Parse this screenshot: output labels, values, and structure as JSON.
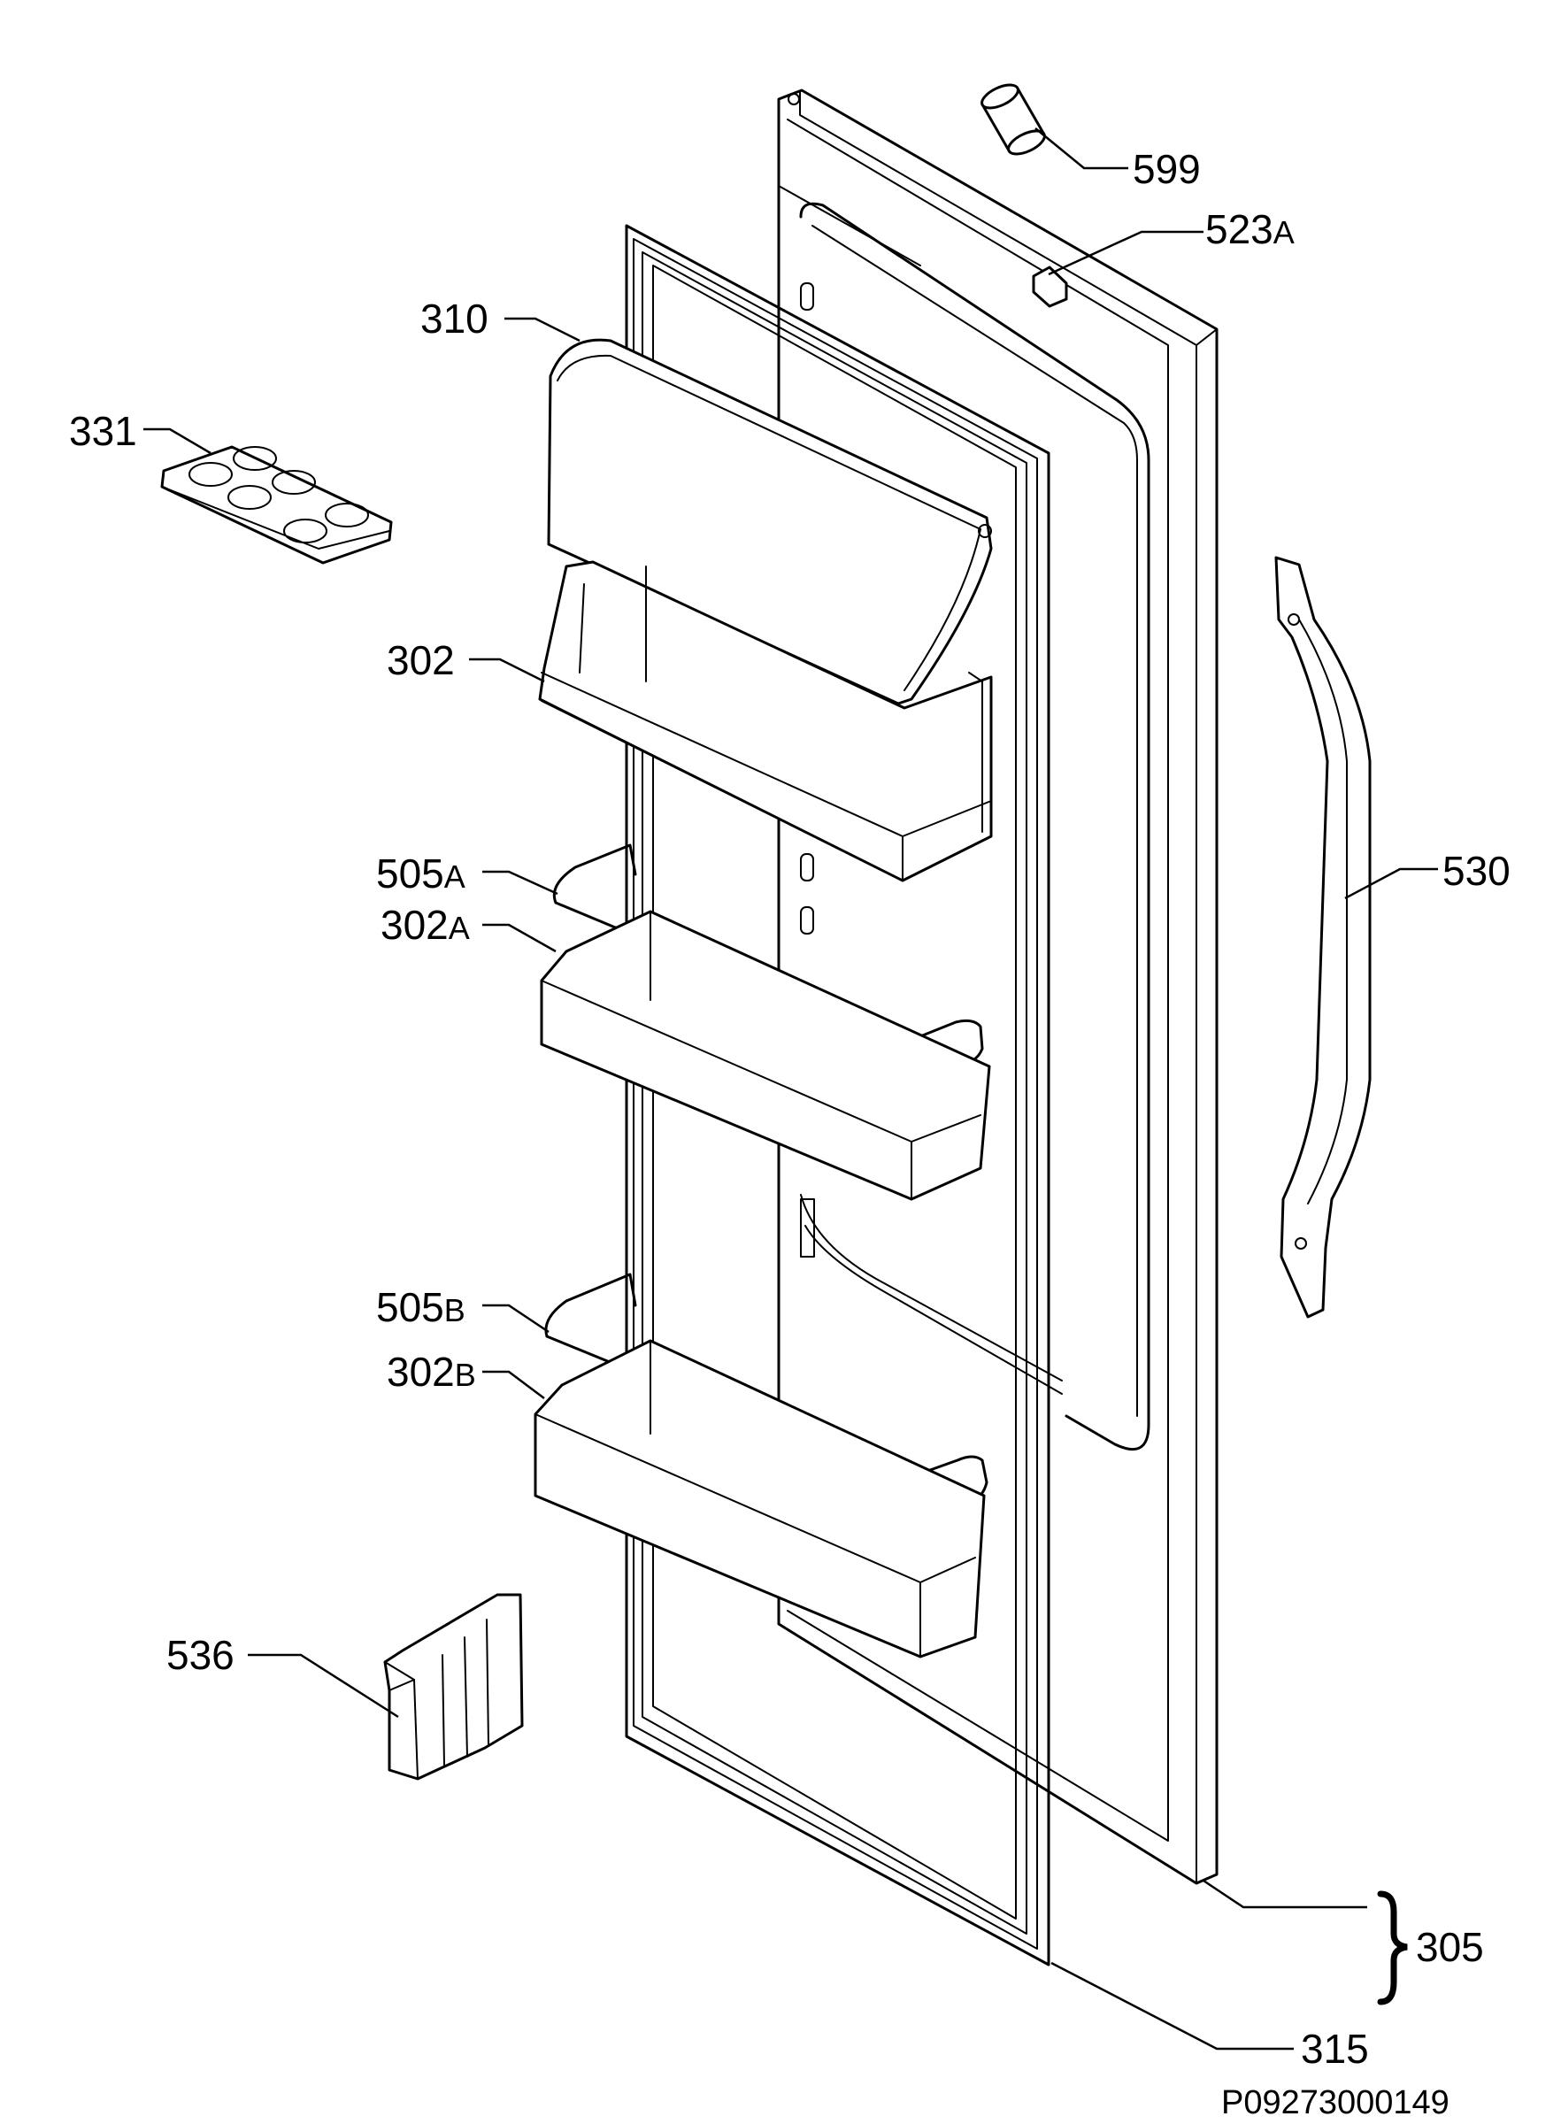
{
  "diagram": {
    "drawing_number": "P09273000149",
    "parts": [
      {
        "id": "599",
        "number": "599",
        "suffix": ""
      },
      {
        "id": "523a",
        "number": "523",
        "suffix": "A"
      },
      {
        "id": "310",
        "number": "310",
        "suffix": ""
      },
      {
        "id": "331",
        "number": "331",
        "suffix": ""
      },
      {
        "id": "302",
        "number": "302",
        "suffix": ""
      },
      {
        "id": "530",
        "number": "530",
        "suffix": ""
      },
      {
        "id": "505a",
        "number": "505",
        "suffix": "A"
      },
      {
        "id": "302a",
        "number": "302",
        "suffix": "A"
      },
      {
        "id": "505b",
        "number": "505",
        "suffix": "B"
      },
      {
        "id": "302b",
        "number": "302",
        "suffix": "B"
      },
      {
        "id": "536",
        "number": "536",
        "suffix": ""
      },
      {
        "id": "305",
        "number": "305",
        "suffix": ""
      },
      {
        "id": "315",
        "number": "315",
        "suffix": ""
      }
    ]
  }
}
